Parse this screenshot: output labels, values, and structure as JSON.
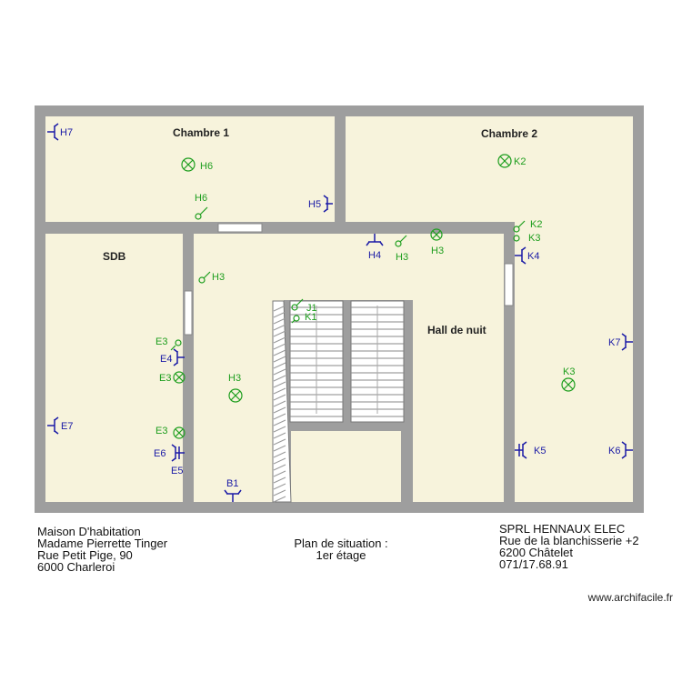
{
  "rooms": {
    "chambre1": "Chambre 1",
    "chambre2": "Chambre 2",
    "sdb": "SDB",
    "hall": "Hall de nuit"
  },
  "symbol_labels": {
    "h7": "H7",
    "h6_lamp": "H6",
    "h6_switch": "H6",
    "h5": "H5",
    "k2_lamp": "K2",
    "k2_switch": "K2",
    "k3_switch": "K3",
    "k4": "K4",
    "h4": "H4",
    "h3_switch_top": "H3",
    "h3_lamp_top": "H3",
    "h3_switch_left": "H3",
    "j1": "J1",
    "k1": "K1",
    "h3_lamp_hall": "H3",
    "e3_switch": "E3",
    "e4": "E4",
    "e3_lamp_a": "E3",
    "e3_lamp_b": "E3",
    "e7": "E7",
    "e6": "E6",
    "e5": "E5",
    "b1": "B1",
    "k7": "K7",
    "k3_lamp": "K3",
    "k5": "K5",
    "k6": "K6"
  },
  "client": {
    "line1": "Maison D'habitation",
    "line2": "Madame Pierrette Tinger",
    "line3": "Rue Petit Pige, 90",
    "line4": "6000 Charleroi"
  },
  "plan_title": {
    "line1": "Plan de situation :",
    "line2": "1er étage"
  },
  "company": {
    "line1": "SPRL HENNAUX ELEC",
    "line2": "Rue de la blanchisserie +2",
    "line3": "6200 Châtelet",
    "line4": "071/17.68.91"
  },
  "credit": "www.archifacile.fr",
  "colors": {
    "wall": "#9e9e9e",
    "floor": "#f7f3dc",
    "symbol_green": "#1e9e1e",
    "symbol_blue": "#1a1aa6"
  }
}
